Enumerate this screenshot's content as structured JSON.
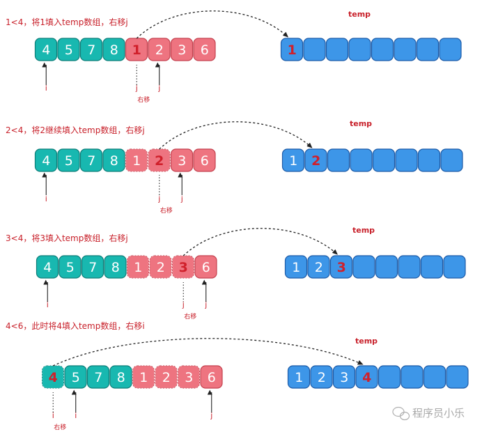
{
  "colors": {
    "teal": "#18b8b0",
    "teal_border": "#0e7d78",
    "pink": "#ee7480",
    "pink_border": "#c4424f",
    "blue": "#3d96e8",
    "blue_border": "#1d5aa6",
    "red_text": "#d0202b",
    "caption": "#c8202a",
    "arrow": "#222222"
  },
  "steps": [
    {
      "caption": "1<4，将1填入temp数组，右移j",
      "temp_label": "temp",
      "left_cells": [
        {
          "v": "4",
          "hl": false,
          "dashed": false
        },
        {
          "v": "5",
          "hl": false,
          "dashed": false
        },
        {
          "v": "7",
          "hl": false,
          "dashed": false
        },
        {
          "v": "8",
          "hl": false,
          "dashed": false
        }
      ],
      "right_cells": [
        {
          "v": "1",
          "hl": true,
          "dashed": false
        },
        {
          "v": "2",
          "hl": false,
          "dashed": false
        },
        {
          "v": "3",
          "hl": false,
          "dashed": false
        },
        {
          "v": "6",
          "hl": false,
          "dashed": false
        }
      ],
      "temp_cells": [
        {
          "v": "1",
          "hl": true
        },
        {
          "v": "",
          "hl": false
        },
        {
          "v": "",
          "hl": false
        },
        {
          "v": "",
          "hl": false
        },
        {
          "v": "",
          "hl": false
        },
        {
          "v": "",
          "hl": false
        },
        {
          "v": "",
          "hl": false
        },
        {
          "v": "",
          "hl": false
        }
      ],
      "pointers": [
        {
          "array": "left",
          "index": 0,
          "label": "i",
          "dotted": false,
          "note": ""
        },
        {
          "array": "right",
          "index": 0,
          "label": "j",
          "dotted": true,
          "note": "右移"
        },
        {
          "array": "right",
          "index": 1,
          "label": "j",
          "dotted": false,
          "note": ""
        }
      ],
      "arrow_from": {
        "array": "right",
        "index": 0
      },
      "arrow_to": 0
    },
    {
      "caption": "2<4，将2继续填入temp数组，右移j",
      "temp_label": "temp",
      "left_cells": [
        {
          "v": "4",
          "hl": false,
          "dashed": false
        },
        {
          "v": "5",
          "hl": false,
          "dashed": false
        },
        {
          "v": "7",
          "hl": false,
          "dashed": false
        },
        {
          "v": "8",
          "hl": false,
          "dashed": false
        }
      ],
      "right_cells": [
        {
          "v": "1",
          "hl": false,
          "dashed": true
        },
        {
          "v": "2",
          "hl": true,
          "dashed": true
        },
        {
          "v": "3",
          "hl": false,
          "dashed": false
        },
        {
          "v": "6",
          "hl": false,
          "dashed": false
        }
      ],
      "temp_cells": [
        {
          "v": "1",
          "hl": false
        },
        {
          "v": "2",
          "hl": true
        },
        {
          "v": "",
          "hl": false
        },
        {
          "v": "",
          "hl": false
        },
        {
          "v": "",
          "hl": false
        },
        {
          "v": "",
          "hl": false
        },
        {
          "v": "",
          "hl": false
        },
        {
          "v": "",
          "hl": false
        }
      ],
      "pointers": [
        {
          "array": "left",
          "index": 0,
          "label": "i",
          "dotted": false,
          "note": ""
        },
        {
          "array": "right",
          "index": 1,
          "label": "j",
          "dotted": true,
          "note": "右移"
        },
        {
          "array": "right",
          "index": 2,
          "label": "j",
          "dotted": false,
          "note": ""
        }
      ],
      "arrow_from": {
        "array": "right",
        "index": 1
      },
      "arrow_to": 1
    },
    {
      "caption": "3<4，将3填入temp数组，右移j",
      "temp_label": "temp",
      "left_cells": [
        {
          "v": "4",
          "hl": false,
          "dashed": false
        },
        {
          "v": "5",
          "hl": false,
          "dashed": false
        },
        {
          "v": "7",
          "hl": false,
          "dashed": false
        },
        {
          "v": "8",
          "hl": false,
          "dashed": false
        }
      ],
      "right_cells": [
        {
          "v": "1",
          "hl": false,
          "dashed": true
        },
        {
          "v": "2",
          "hl": false,
          "dashed": true
        },
        {
          "v": "3",
          "hl": true,
          "dashed": true
        },
        {
          "v": "6",
          "hl": false,
          "dashed": false
        }
      ],
      "temp_cells": [
        {
          "v": "1",
          "hl": false
        },
        {
          "v": "2",
          "hl": false
        },
        {
          "v": "3",
          "hl": true
        },
        {
          "v": "",
          "hl": false
        },
        {
          "v": "",
          "hl": false
        },
        {
          "v": "",
          "hl": false
        },
        {
          "v": "",
          "hl": false
        },
        {
          "v": "",
          "hl": false
        }
      ],
      "pointers": [
        {
          "array": "left",
          "index": 0,
          "label": "i",
          "dotted": false,
          "note": ""
        },
        {
          "array": "right",
          "index": 2,
          "label": "j",
          "dotted": true,
          "note": "右移"
        },
        {
          "array": "right",
          "index": 3,
          "label": "j",
          "dotted": false,
          "note": ""
        }
      ],
      "arrow_from": {
        "array": "right",
        "index": 2
      },
      "arrow_to": 2
    },
    {
      "caption": "4<6，此时将4填入temp数组，右移i",
      "temp_label": "temp",
      "left_cells": [
        {
          "v": "4",
          "hl": true,
          "dashed": true
        },
        {
          "v": "5",
          "hl": false,
          "dashed": false
        },
        {
          "v": "7",
          "hl": false,
          "dashed": false
        },
        {
          "v": "8",
          "hl": false,
          "dashed": false
        }
      ],
      "right_cells": [
        {
          "v": "1",
          "hl": false,
          "dashed": true
        },
        {
          "v": "2",
          "hl": false,
          "dashed": true
        },
        {
          "v": "3",
          "hl": false,
          "dashed": true
        },
        {
          "v": "6",
          "hl": false,
          "dashed": false
        }
      ],
      "temp_cells": [
        {
          "v": "1",
          "hl": false
        },
        {
          "v": "2",
          "hl": false
        },
        {
          "v": "3",
          "hl": false
        },
        {
          "v": "4",
          "hl": true
        },
        {
          "v": "",
          "hl": false
        },
        {
          "v": "",
          "hl": false
        },
        {
          "v": "",
          "hl": false
        },
        {
          "v": "",
          "hl": false
        }
      ],
      "pointers": [
        {
          "array": "left",
          "index": 0,
          "label": "i",
          "dotted": true,
          "note": "右移"
        },
        {
          "array": "left",
          "index": 1,
          "label": "i",
          "dotted": false,
          "note": ""
        },
        {
          "array": "right",
          "index": 3,
          "label": "j",
          "dotted": false,
          "note": ""
        }
      ],
      "arrow_from": {
        "array": "left",
        "index": 0
      },
      "arrow_to": 3
    }
  ],
  "watermark": "程序员小乐"
}
